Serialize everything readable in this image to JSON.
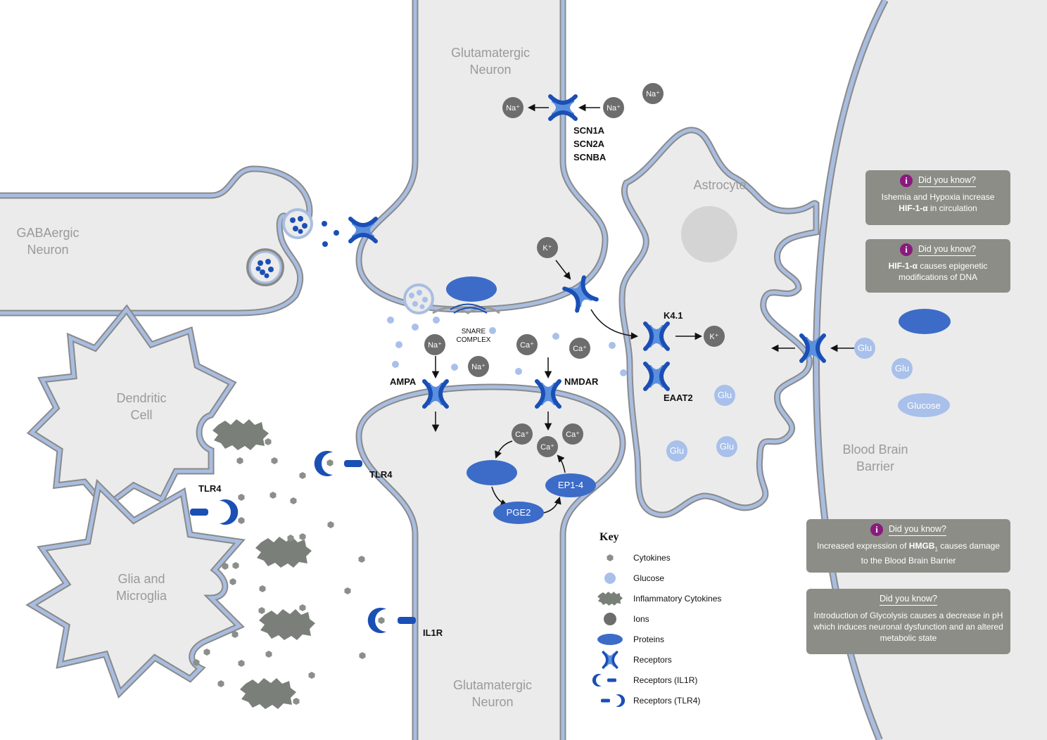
{
  "cells": {
    "glutamatergic_top": "Glutamatergic\nNeuron",
    "gabaergic": "GABAergic\nNeuron",
    "astrocyte": "Astrocyte",
    "dendritic": "Dendritic\nCell",
    "glia": "Glia and\nMicroglia",
    "glutamatergic_bottom": "Glutamatergic\nNeuron",
    "bbb": "Blood Brain\nBarrier"
  },
  "labels": {
    "scn": [
      "SCN1A",
      "SCN2A",
      "SCNBA"
    ],
    "snare": [
      "SNARE",
      "COMPLEX"
    ],
    "ampa": "AMPA",
    "nmdar": "NMDAR",
    "k41": "K4.1",
    "eaat2": "EAAT2",
    "tlr4_a": "TLR4",
    "tlr4_b": "TLR4",
    "il1r": "IL1R"
  },
  "ions": {
    "na": "Na⁺",
    "k": "K⁺",
    "ca": "Ca⁺"
  },
  "molecules": {
    "glu": "Glu",
    "glucose": "Glucose",
    "pge2": "PGE2",
    "ep14": "EP1-4"
  },
  "key": {
    "title": "Key",
    "items": [
      {
        "icon": "cytokine-icon",
        "label": "Cytokines"
      },
      {
        "icon": "glucose-icon",
        "label": "Glucose"
      },
      {
        "icon": "inflammatory-cytokine-icon",
        "label": "Inflammatory Cytokines"
      },
      {
        "icon": "ion-icon",
        "label": "Ions"
      },
      {
        "icon": "protein-icon",
        "label": "Proteins"
      },
      {
        "icon": "receptor-icon",
        "label": "Receptors"
      },
      {
        "icon": "receptor-il1r-icon",
        "label": "Receptors (IL1R)"
      },
      {
        "icon": "receptor-tlr4-icon",
        "label": "Receptors (TLR4)"
      }
    ]
  },
  "did_you_know": {
    "title": "Did you know?",
    "box1": {
      "pre": "Ishemia and Hypoxia increase",
      "bold": "HIF-1-α",
      "post": " in circulation"
    },
    "box2": {
      "bold": "HIF-1-α",
      "post": " causes epigenetic modifications of DNA"
    },
    "box3": {
      "pre": "Increased expression of ",
      "bold": "HMGB",
      "sub": "1",
      "post": " causes damage to the Blood Brain Barrier"
    },
    "box4": {
      "text": "Introduction of Glycolysis causes a decrease in pH which induces neuronal dysfunction and an altered metabolic state"
    }
  },
  "colors": {
    "membrane": "#a8bde0",
    "membrane_edge": "#8a8a8a",
    "cytoplasm": "#ebebeb",
    "receptor": "#1a4fb5",
    "receptor_light": "#5a8fe0",
    "ion": "#6d6d6d",
    "glucose": "#a8c0ea",
    "protein": "#3c6cc8",
    "cytokine": "#8a8f8a",
    "info_box": "#8c8d86",
    "info_icon": "#8a1a7e"
  }
}
